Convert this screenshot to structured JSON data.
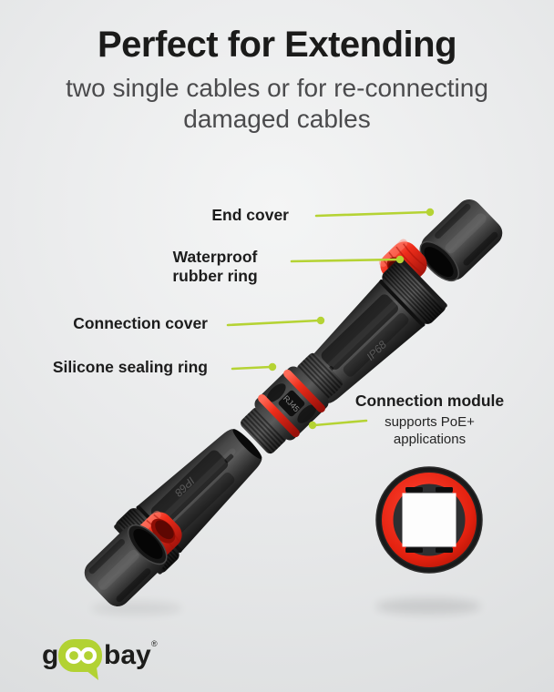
{
  "header": {
    "title": "Perfect for Extending",
    "subtitle_line1": "two single cables or for re-connecting",
    "subtitle_line2": "damaged cables"
  },
  "callouts": {
    "end_cover": {
      "label": "End cover"
    },
    "waterproof_rubber_ring": {
      "label": "Waterproof rubber ring"
    },
    "connection_cover": {
      "label": "Connection cover"
    },
    "silicone_sealing_ring": {
      "label": "Silicone sealing ring"
    },
    "connection_module": {
      "label": "Connection module",
      "sub": "supports PoE+ applications"
    }
  },
  "part_markings": {
    "ip68": "IP68",
    "rj45": "RJ45"
  },
  "logo": {
    "g": "g",
    "bay": "bay",
    "registered": "®"
  },
  "colors": {
    "accent_green": "#b5d334",
    "part_red": "#e52717",
    "part_black": "#2b2b2b",
    "background": "#eaebec"
  }
}
